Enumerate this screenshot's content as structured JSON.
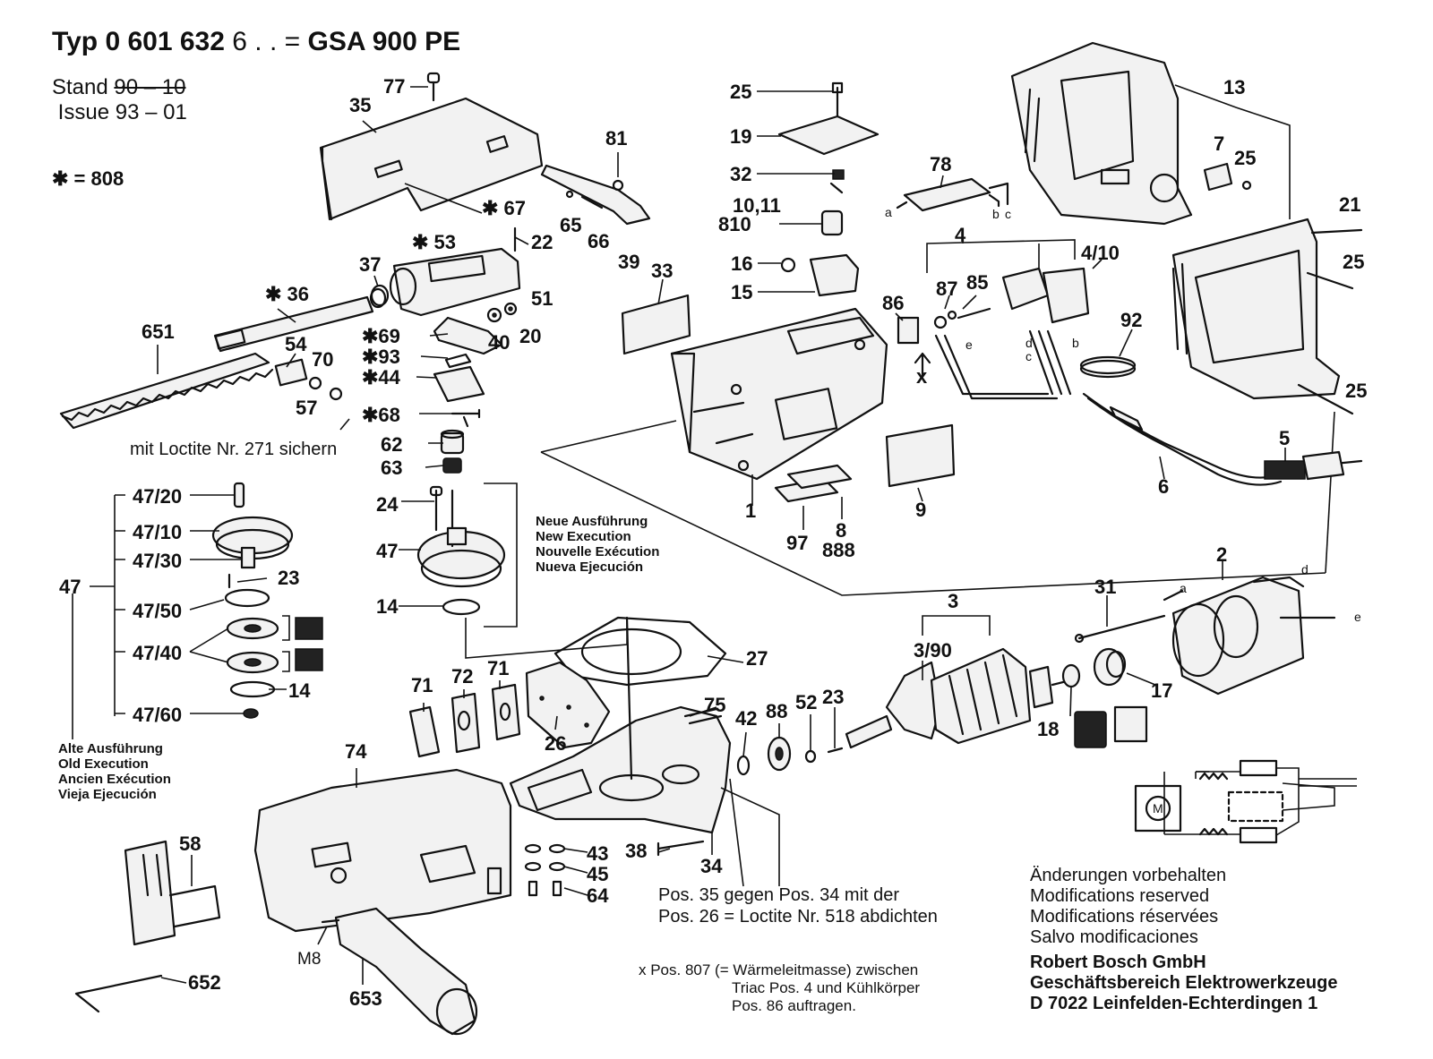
{
  "header": {
    "typ_prefix": "Typ",
    "type_number": "0 601 632",
    "variant_suffix": "6 . . =",
    "model": "GSA 900 PE",
    "stand_label": "Stand",
    "stand_value_struck": "90 – 10",
    "issue_label": "Issue",
    "issue_value": "93 – 01",
    "star_note": "✱ = 808"
  },
  "notes": {
    "loctite_271": "mit Loctite Nr. 271 sichern",
    "new_execution": [
      "Neue Ausführung",
      "New Execution",
      "Nouvelle Exécution",
      "Nueva Ejecución"
    ],
    "old_execution": [
      "Alte Ausführung",
      "Old Execution",
      "Ancien Exécution",
      "Vieja Ejecución"
    ],
    "pos35_note": [
      "Pos. 35 gegen Pos. 34 mit der",
      "Pos. 26 = Loctite Nr. 518 abdichten"
    ],
    "pos807_note": [
      "x Pos. 807 (= Wärmeleitmasse) zwischen",
      "Triac Pos. 4 und Kühlkörper",
      "Pos. 86 auftragen."
    ],
    "modifications": [
      "Änderungen vorbehalten",
      "Modifications reserved",
      "Modifications réservées",
      "Salvo modificaciones"
    ],
    "company": [
      "Robert Bosch GmbH",
      "Geschäftsbereich Elektrowerkzeuge",
      "D 7022 Leinfelden-Echterdingen 1"
    ]
  },
  "labels": {
    "l77": "77",
    "l35": "35",
    "l81": "81",
    "l67": "✱ 67",
    "l65": "65",
    "l66": "66",
    "l39": "39",
    "l53": "✱ 53",
    "l22": "22",
    "l37": "37",
    "l36": "✱ 36",
    "l51": "51",
    "l40": "40",
    "l20": "20",
    "l651": "651",
    "l54": "54",
    "l70": "70",
    "l57": "57",
    "l69": "✱69",
    "l93": "✱93",
    "l44": "✱44",
    "l68": "✱68",
    "l62": "62",
    "l63": "63",
    "l24": "24",
    "l47n": "47",
    "l14n": "14",
    "l47": "47",
    "l4720": "47/20",
    "l4710": "47/10",
    "l4730": "47/30",
    "l23a": "23",
    "l4750": "47/50",
    "l4740": "47/40",
    "l14a": "14",
    "l4760": "47/60",
    "l25a": "25",
    "l19": "19",
    "l32": "32",
    "l1011": "10,11",
    "l810": "810",
    "l16": "16",
    "l15": "15",
    "l33": "33",
    "l1": "1",
    "l97": "97",
    "l8": "8",
    "l888": "888",
    "l9": "9",
    "l78": "78",
    "l4": "4",
    "l410": "4/10",
    "l86": "86",
    "l87": "87",
    "l85": "85",
    "l92": "92",
    "lx": "x",
    "l13": "13",
    "l7": "7",
    "l25b": "25",
    "l21": "21",
    "l25c": "25",
    "l25d": "25",
    "l5": "5",
    "l6": "6",
    "l3": "3",
    "l390": "3/90",
    "l2": "2",
    "l31": "31",
    "l17": "17",
    "l18": "18",
    "l27": "27",
    "l75": "75",
    "l42": "42",
    "l88": "88",
    "l52": "52",
    "l23b": "23",
    "l71a": "71",
    "l72": "72",
    "l71b": "71",
    "l26": "26",
    "l74": "74",
    "l58": "58",
    "l652": "652",
    "l653": "653",
    "lm8": "M8",
    "l43": "43",
    "l45": "45",
    "l64": "64",
    "l38": "38",
    "l34": "34",
    "wire_a": "a",
    "wire_b": "b",
    "wire_c": "c",
    "wire_d": "d",
    "wire_e": "e",
    "motor": "M"
  }
}
